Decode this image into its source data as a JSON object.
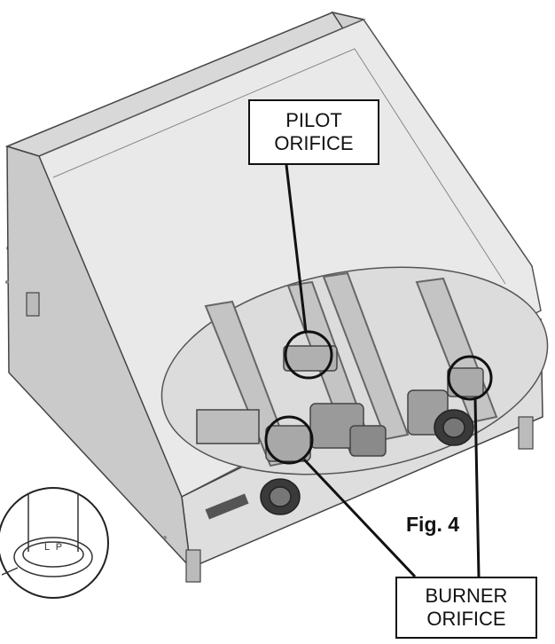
{
  "figure": {
    "label": "Fig. 4"
  },
  "callouts": {
    "pilot": {
      "line1": "PILOT",
      "line2": "ORIFICE"
    },
    "burner": {
      "line1": "BURNER",
      "line2": "ORIFICE"
    }
  },
  "inset": {
    "gas_label": "L P"
  },
  "colors": {
    "ink": "#111111",
    "panel": "#e9e9e9",
    "panel_dark": "#cfcfcf",
    "cutaway": "#dcdcdc"
  }
}
